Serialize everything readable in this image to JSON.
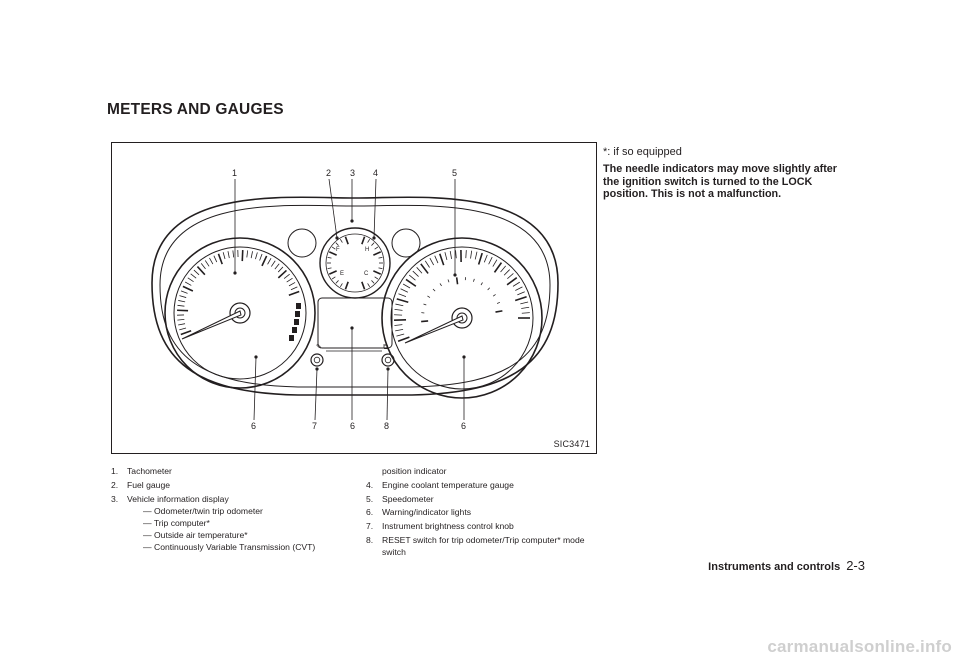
{
  "section_title": "METERS AND GAUGES",
  "figure": {
    "code": "SIC3471",
    "callouts_top": [
      "1",
      "2",
      "3",
      "4",
      "5"
    ],
    "callouts_bottom": [
      "6",
      "7",
      "6",
      "8",
      "6"
    ],
    "fuel_labels": {
      "full": "F",
      "empty": "E"
    },
    "temp_labels": {
      "hot": "H",
      "cold": "C"
    }
  },
  "legend_col1": [
    {
      "num": "1.",
      "text": "Tachometer"
    },
    {
      "num": "2.",
      "text": "Fuel gauge"
    },
    {
      "num": "3.",
      "text": "Vehicle information display"
    }
  ],
  "legend_col1_subs": [
    "— Odometer/twin trip odometer",
    "— Trip computer*",
    "— Outside air temperature*",
    "— Continuously Variable Transmission (CVT)"
  ],
  "legend_col2_cont": "position indicator",
  "legend_col2": [
    {
      "num": "4.",
      "text": "Engine coolant temperature gauge"
    },
    {
      "num": "5.",
      "text": "Speedometer"
    },
    {
      "num": "6.",
      "text": "Warning/indicator lights"
    },
    {
      "num": "7.",
      "text": "Instrument brightness control knob"
    },
    {
      "num": "8.",
      "text": "RESET switch for trip odometer/Trip computer* mode switch"
    }
  ],
  "note_head": "*: if so equipped",
  "note_body": "The needle indicators may move slightly after the ignition switch is turned to the LOCK position. This is not a malfunction.",
  "footer": {
    "section": "Instruments and controls",
    "page": "2-3"
  },
  "watermark": "carmanualsonline.info"
}
